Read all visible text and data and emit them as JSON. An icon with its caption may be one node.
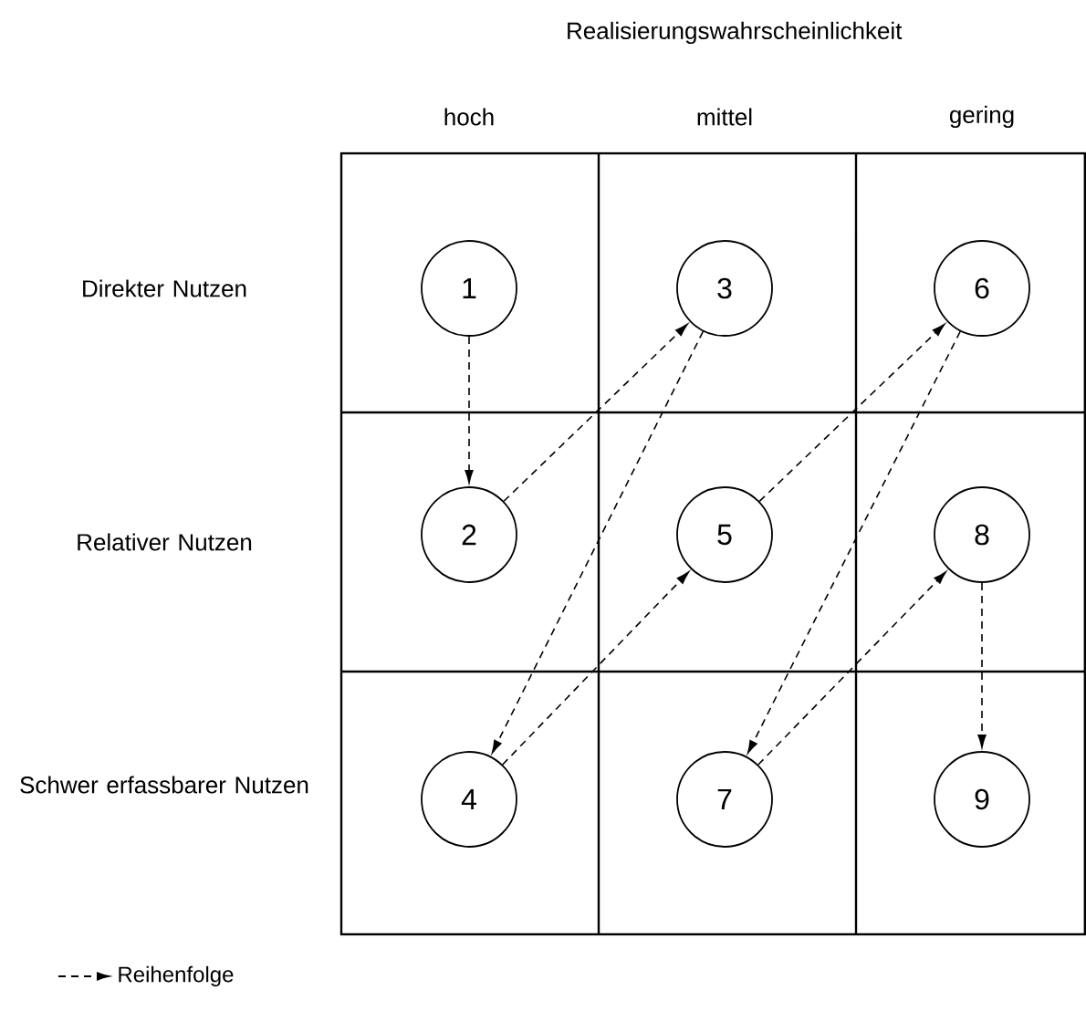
{
  "diagram": {
    "nodes": [
      {
        "text": [
          "1"
        ]
      },
      {
        "text": [
          "2"
        ]
      },
      {
        "text": [
          "3"
        ]
      },
      {
        "text": [
          "4"
        ]
      },
      {
        "text": [
          "5"
        ]
      },
      {
        "text": [
          "6"
        ]
      },
      {
        "text": [
          "7"
        ]
      },
      {
        "text": [
          "8"
        ]
      },
      {
        "text": [
          "9"
        ]
      }
    ],
    "edges": [
      {
        "from": 0,
        "to": 1,
        "arrow": "to",
        "style": "dashed"
      },
      {
        "from": 1,
        "to": 2,
        "arrow": "to",
        "style": "dashed"
      },
      {
        "from": 2,
        "to": 3,
        "arrow": "to",
        "style": "dashed"
      },
      {
        "from": 3,
        "to": 4,
        "arrow": "to",
        "style": "dashed"
      },
      {
        "from": 4,
        "to": 5,
        "arrow": "to",
        "style": "dashed"
      },
      {
        "from": 5,
        "to": 6,
        "arrow": "to",
        "style": "dashed"
      },
      {
        "from": 6,
        "to": 7,
        "arrow": "to",
        "style": "dashed"
      },
      {
        "from": 7,
        "to": 8,
        "arrow": "to",
        "style": "dashed"
      }
    ],
    "labels": [
      "Realisierungswahrscheinlichkeit",
      "hoch",
      "mittel",
      "gering",
      "Direkter Nutzen",
      "Relativer Nutzen",
      "Schwer erfassbarer Nutzen"
    ],
    "legend": [
      {
        "text": "Reihenfolge"
      }
    ]
  }
}
